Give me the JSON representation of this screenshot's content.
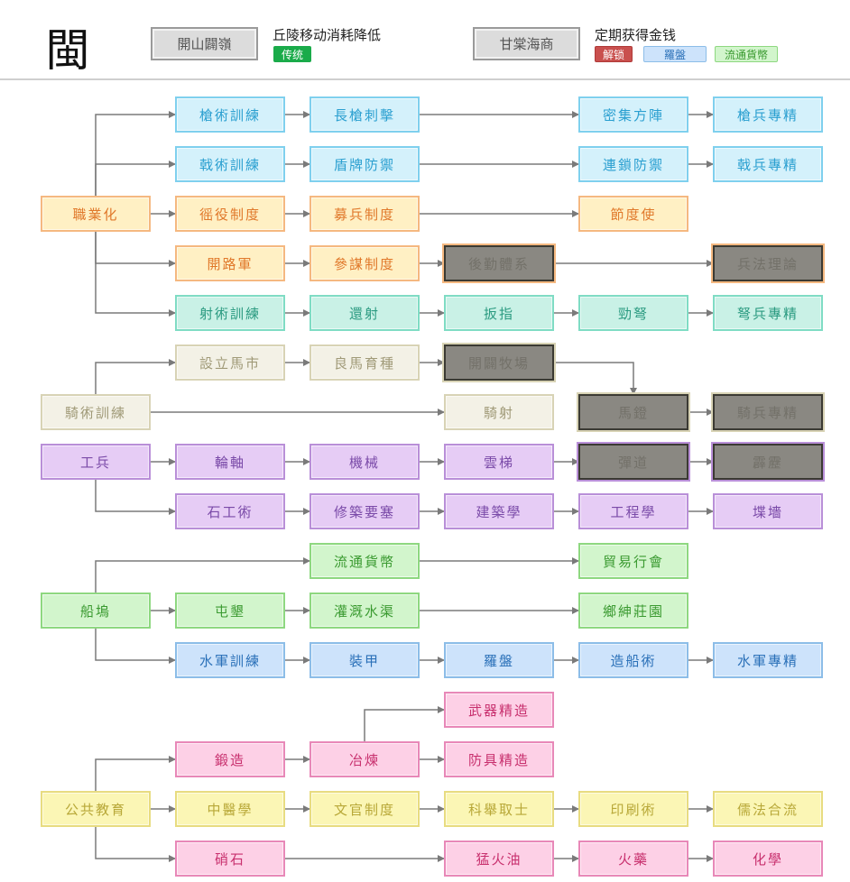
{
  "header": {
    "region_char": "閩",
    "traits": [
      {
        "name": "開山闢嶺",
        "description": "丘陵移动消耗降低",
        "badges": [
          {
            "label": "传统",
            "bg": "#1aab4a",
            "fg": "#ffffff",
            "border": "#1aab4a"
          }
        ]
      },
      {
        "name": "甘棠海商",
        "description": "定期获得金钱",
        "badges": [
          {
            "label": "解锁",
            "bg": "#c9504e",
            "fg": "#ffffff",
            "border": "#b03a38"
          },
          {
            "label": "羅盤",
            "bg": "#cde3fb",
            "fg": "#2a70b8",
            "border": "#8cbde8"
          },
          {
            "label": "流通貨幣",
            "bg": "#d2f5cc",
            "fg": "#3a9a30",
            "border": "#8ed880"
          }
        ]
      }
    ]
  },
  "themes": {
    "cyan": {
      "bg": "#d4f1fb",
      "border": "#7fd0ee",
      "fg": "#2a9fd0"
    },
    "orange": {
      "bg": "#fff0c4",
      "border": "#f5b880",
      "fg": "#e0782a"
    },
    "teal": {
      "bg": "#c9f1e6",
      "border": "#7fdcc4",
      "fg": "#2a9a80"
    },
    "beige": {
      "bg": "#f3f1e6",
      "border": "#d8d3b5",
      "fg": "#a09a78"
    },
    "purple": {
      "bg": "#e6ccf5",
      "border": "#b98fd8",
      "fg": "#7a4aa8"
    },
    "green": {
      "bg": "#d2f5cc",
      "border": "#8ed880",
      "fg": "#3a9a30"
    },
    "blue": {
      "bg": "#cde3fb",
      "border": "#8cbde8",
      "fg": "#2a70b8"
    },
    "pink": {
      "bg": "#fdd0e6",
      "border": "#e888b8",
      "fg": "#c8306e"
    },
    "yellow": {
      "bg": "#fbf6b5",
      "border": "#e8dc80",
      "fg": "#b8a838"
    }
  },
  "nodes": [
    {
      "label": "槍術訓練",
      "theme": "cyan",
      "locked": false
    },
    {
      "label": "長槍刺擊",
      "theme": "cyan",
      "locked": false
    },
    {
      "label": "密集方陣",
      "theme": "cyan",
      "locked": false
    },
    {
      "label": "槍兵專精",
      "theme": "cyan",
      "locked": false
    },
    {
      "label": "戟術訓練",
      "theme": "cyan",
      "locked": false
    },
    {
      "label": "盾牌防禦",
      "theme": "cyan",
      "locked": false
    },
    {
      "label": "連鎖防禦",
      "theme": "cyan",
      "locked": false
    },
    {
      "label": "戟兵專精",
      "theme": "cyan",
      "locked": false
    },
    {
      "label": "職業化",
      "theme": "orange",
      "locked": false
    },
    {
      "label": "徭役制度",
      "theme": "orange",
      "locked": false
    },
    {
      "label": "募兵制度",
      "theme": "orange",
      "locked": false
    },
    {
      "label": "節度使",
      "theme": "orange",
      "locked": false
    },
    {
      "label": "開路軍",
      "theme": "orange",
      "locked": false
    },
    {
      "label": "參謀制度",
      "theme": "orange",
      "locked": false
    },
    {
      "label": "後勤體系",
      "theme": "orange",
      "locked": true
    },
    {
      "label": "兵法理論",
      "theme": "orange",
      "locked": true
    },
    {
      "label": "射術訓練",
      "theme": "teal",
      "locked": false
    },
    {
      "label": "還射",
      "theme": "teal",
      "locked": false
    },
    {
      "label": "扳指",
      "theme": "teal",
      "locked": false
    },
    {
      "label": "勁弩",
      "theme": "teal",
      "locked": false
    },
    {
      "label": "弩兵專精",
      "theme": "teal",
      "locked": false
    },
    {
      "label": "設立馬市",
      "theme": "beige",
      "locked": false
    },
    {
      "label": "良馬育種",
      "theme": "beige",
      "locked": false
    },
    {
      "label": "開闢牧場",
      "theme": "beige",
      "locked": true
    },
    {
      "label": "騎術訓練",
      "theme": "beige",
      "locked": false
    },
    {
      "label": "騎射",
      "theme": "beige",
      "locked": false
    },
    {
      "label": "馬鐙",
      "theme": "beige",
      "locked": true
    },
    {
      "label": "騎兵專精",
      "theme": "beige",
      "locked": true
    },
    {
      "label": "工兵",
      "theme": "purple",
      "locked": false
    },
    {
      "label": "輪軸",
      "theme": "purple",
      "locked": false
    },
    {
      "label": "機械",
      "theme": "purple",
      "locked": false
    },
    {
      "label": "雲梯",
      "theme": "purple",
      "locked": false
    },
    {
      "label": "彈道",
      "theme": "purple",
      "locked": true
    },
    {
      "label": "霹靂",
      "theme": "purple",
      "locked": true
    },
    {
      "label": "石工術",
      "theme": "purple",
      "locked": false
    },
    {
      "label": "修築要塞",
      "theme": "purple",
      "locked": false
    },
    {
      "label": "建築學",
      "theme": "purple",
      "locked": false
    },
    {
      "label": "工程學",
      "theme": "purple",
      "locked": false
    },
    {
      "label": "堞墻",
      "theme": "purple",
      "locked": false
    },
    {
      "label": "流通貨幣",
      "theme": "green",
      "locked": false
    },
    {
      "label": "貿易行會",
      "theme": "green",
      "locked": false
    },
    {
      "label": "船塢",
      "theme": "green",
      "locked": false
    },
    {
      "label": "屯墾",
      "theme": "green",
      "locked": false
    },
    {
      "label": "灌溉水渠",
      "theme": "green",
      "locked": false
    },
    {
      "label": "鄉紳莊園",
      "theme": "green",
      "locked": false
    },
    {
      "label": "水軍訓練",
      "theme": "blue",
      "locked": false
    },
    {
      "label": "裝甲",
      "theme": "blue",
      "locked": false
    },
    {
      "label": "羅盤",
      "theme": "blue",
      "locked": false
    },
    {
      "label": "造船術",
      "theme": "blue",
      "locked": false
    },
    {
      "label": "水軍專精",
      "theme": "blue",
      "locked": false
    },
    {
      "label": "武器精造",
      "theme": "pink",
      "locked": false
    },
    {
      "label": "鍛造",
      "theme": "pink",
      "locked": false
    },
    {
      "label": "冶煉",
      "theme": "pink",
      "locked": false
    },
    {
      "label": "防具精造",
      "theme": "pink",
      "locked": false
    },
    {
      "label": "公共教育",
      "theme": "yellow",
      "locked": false
    },
    {
      "label": "中醫學",
      "theme": "yellow",
      "locked": false
    },
    {
      "label": "文官制度",
      "theme": "yellow",
      "locked": false
    },
    {
      "label": "科舉取士",
      "theme": "yellow",
      "locked": false
    },
    {
      "label": "印刷術",
      "theme": "yellow",
      "locked": false
    },
    {
      "label": "儒法合流",
      "theme": "yellow",
      "locked": false
    },
    {
      "label": "硝石",
      "theme": "pink",
      "locked": false
    },
    {
      "label": "猛火油",
      "theme": "pink",
      "locked": false
    },
    {
      "label": "火藥",
      "theme": "pink",
      "locked": false
    },
    {
      "label": "化學",
      "theme": "pink",
      "locked": false
    }
  ],
  "edges": [
    [
      "職業化",
      "槍術訓練"
    ],
    [
      "職業化",
      "戟術訓練"
    ],
    [
      "職業化",
      "徭役制度"
    ],
    [
      "職業化",
      "開路軍"
    ],
    [
      "職業化",
      "射術訓練"
    ],
    [
      "槍術訓練",
      "長槍刺擊"
    ],
    [
      "長槍刺擊",
      "密集方陣"
    ],
    [
      "密集方陣",
      "槍兵專精"
    ],
    [
      "戟術訓練",
      "盾牌防禦"
    ],
    [
      "盾牌防禦",
      "連鎖防禦"
    ],
    [
      "連鎖防禦",
      "戟兵專精"
    ],
    [
      "徭役制度",
      "募兵制度"
    ],
    [
      "募兵制度",
      "節度使"
    ],
    [
      "開路軍",
      "參謀制度"
    ],
    [
      "參謀制度",
      "後勤體系"
    ],
    [
      "後勤體系",
      "兵法理論"
    ],
    [
      "射術訓練",
      "還射"
    ],
    [
      "還射",
      "扳指"
    ],
    [
      "扳指",
      "勁弩"
    ],
    [
      "勁弩",
      "弩兵專精"
    ],
    [
      "騎術訓練",
      "設立馬市"
    ],
    [
      "設立馬市",
      "良馬育種"
    ],
    [
      "良馬育種",
      "開闢牧場"
    ],
    [
      "開闢牧場",
      "馬鐙"
    ],
    [
      "騎術訓練",
      "騎射"
    ],
    [
      "馬鐙",
      "騎兵專精"
    ],
    [
      "工兵",
      "輪軸"
    ],
    [
      "輪軸",
      "機械"
    ],
    [
      "機械",
      "雲梯"
    ],
    [
      "雲梯",
      "彈道"
    ],
    [
      "彈道",
      "霹靂"
    ],
    [
      "工兵",
      "石工術"
    ],
    [
      "石工術",
      "修築要塞"
    ],
    [
      "修築要塞",
      "建築學"
    ],
    [
      "建築學",
      "工程學"
    ],
    [
      "工程學",
      "堞墻"
    ],
    [
      "船塢",
      "流通貨幣"
    ],
    [
      "流通貨幣",
      "貿易行會"
    ],
    [
      "船塢",
      "屯墾"
    ],
    [
      "屯墾",
      "灌溉水渠"
    ],
    [
      "灌溉水渠",
      "鄉紳莊園"
    ],
    [
      "船塢",
      "水軍訓練"
    ],
    [
      "水軍訓練",
      "裝甲"
    ],
    [
      "裝甲",
      "羅盤"
    ],
    [
      "羅盤",
      "造船術"
    ],
    [
      "造船術",
      "水軍專精"
    ],
    [
      "公共教育",
      "鍛造"
    ],
    [
      "鍛造",
      "冶煉"
    ],
    [
      "冶煉",
      "武器精造"
    ],
    [
      "冶煉",
      "防具精造"
    ],
    [
      "公共教育",
      "中醫學"
    ],
    [
      "中醫學",
      "文官制度"
    ],
    [
      "文官制度",
      "科舉取士"
    ],
    [
      "科舉取士",
      "印刷術"
    ],
    [
      "印刷術",
      "儒法合流"
    ],
    [
      "公共教育",
      "硝石"
    ],
    [
      "硝石",
      "猛火油"
    ],
    [
      "猛火油",
      "火藥"
    ],
    [
      "火藥",
      "化學"
    ]
  ]
}
